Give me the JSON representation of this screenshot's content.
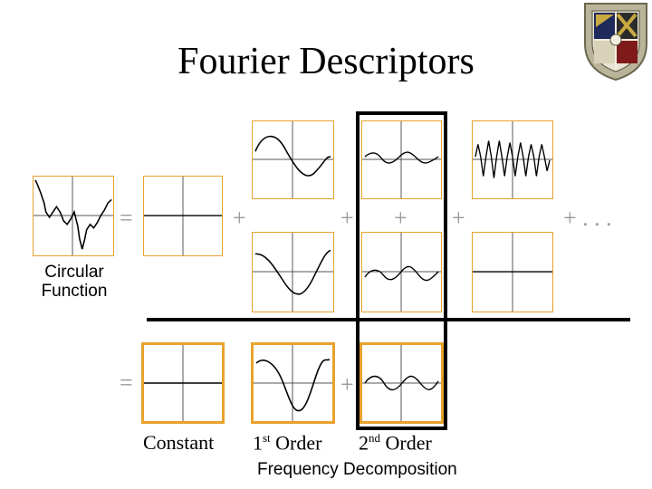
{
  "title": "Fourier Descriptors",
  "symbols": {
    "equals": "=",
    "plus": "+",
    "plus_ellipsis": "+ . . ."
  },
  "labels": {
    "circular_function_line1": "Circular",
    "circular_function_line2": "Function",
    "constant": "Constant",
    "first_order_num": "1",
    "first_order_sup": "st",
    "first_order_word": "Order",
    "second_order_num": "2",
    "second_order_sup": "nd",
    "second_order_word": "Order",
    "frequency_decomposition": "Frequency Decomposition"
  },
  "colors": {
    "panel_border": "#e8a22c",
    "highlight_border": "#000000",
    "symbol_gray": "#9a9a9a"
  },
  "icons": {
    "seal": "university-seal-icon"
  }
}
